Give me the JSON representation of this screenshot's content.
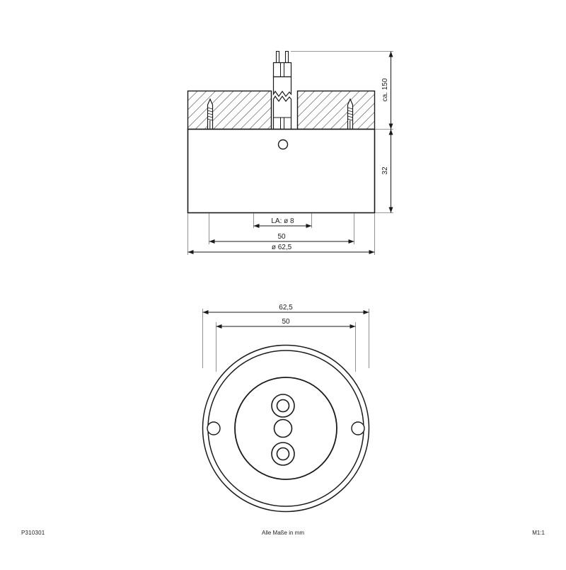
{
  "drawing": {
    "title": "Recessed luminaire technical drawing",
    "line_color": "#1a1a1a",
    "dimension_color": "#555555",
    "hatch_color": "#3a3a3a",
    "background": "#ffffff"
  },
  "side_view": {
    "name": "sectional side view",
    "dimensions": {
      "cable_length": "ca. 150",
      "body_height": "32",
      "cutout": "LA: ø 8",
      "inner_width": "50",
      "outer_diameter": "ø 62,5"
    }
  },
  "bottom_view": {
    "name": "bottom plan view",
    "dimensions": {
      "outer_diameter": "62,5",
      "inner_diameter": "50"
    }
  },
  "footer": {
    "article_number": "P310301",
    "units_note": "Alle Maße in mm",
    "scale": "M1:1"
  }
}
